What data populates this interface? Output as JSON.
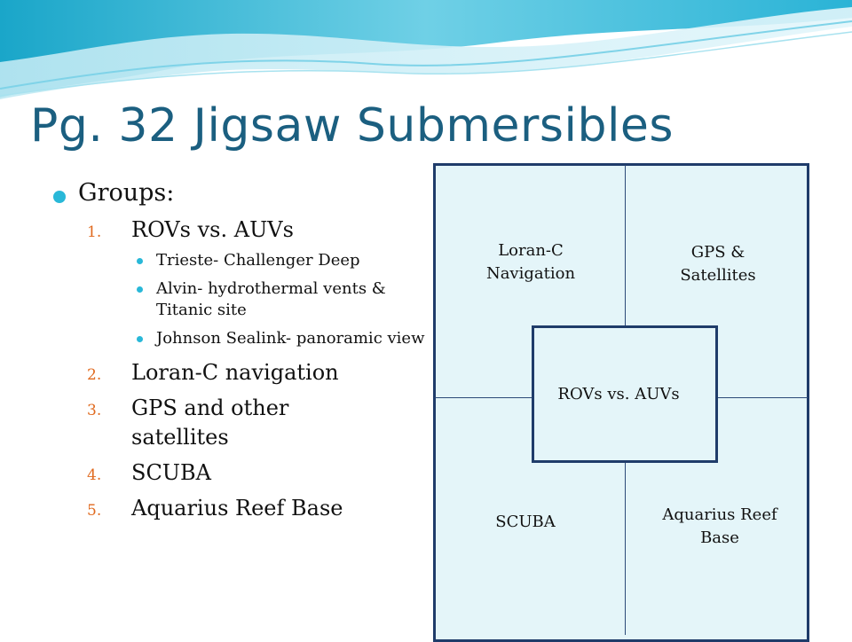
{
  "slide": {
    "title": "Pg. 32 Jigsaw Submersibles",
    "groups_label": "Groups:",
    "list": [
      {
        "num": "1.",
        "text": "ROVs vs. AUVs",
        "sub": [
          "Trieste- Challenger Deep",
          "Alvin- hydrothermal vents & Titanic site",
          "Johnson Sealink- panoramic view"
        ]
      },
      {
        "num": "2.",
        "text": "Loran-C navigation"
      },
      {
        "num": "3.",
        "text": "GPS and other satellites"
      },
      {
        "num": "4.",
        "text": "SCUBA"
      },
      {
        "num": "5.",
        "text": "Aquarius Reef Base"
      }
    ]
  },
  "diagram": {
    "top_left": "Loran-C Navigation",
    "top_right": "GPS & Satellites",
    "center": "ROVs vs. AUVs",
    "bottom_left": "SCUBA",
    "bottom_right": "Aquarius Reef Base"
  },
  "colors": {
    "title": "#1b5f80",
    "bullet": "#29b8d8",
    "number": "#e06a1f",
    "box_border": "#1f3c6a",
    "box_fill": "#e4f5f9"
  }
}
